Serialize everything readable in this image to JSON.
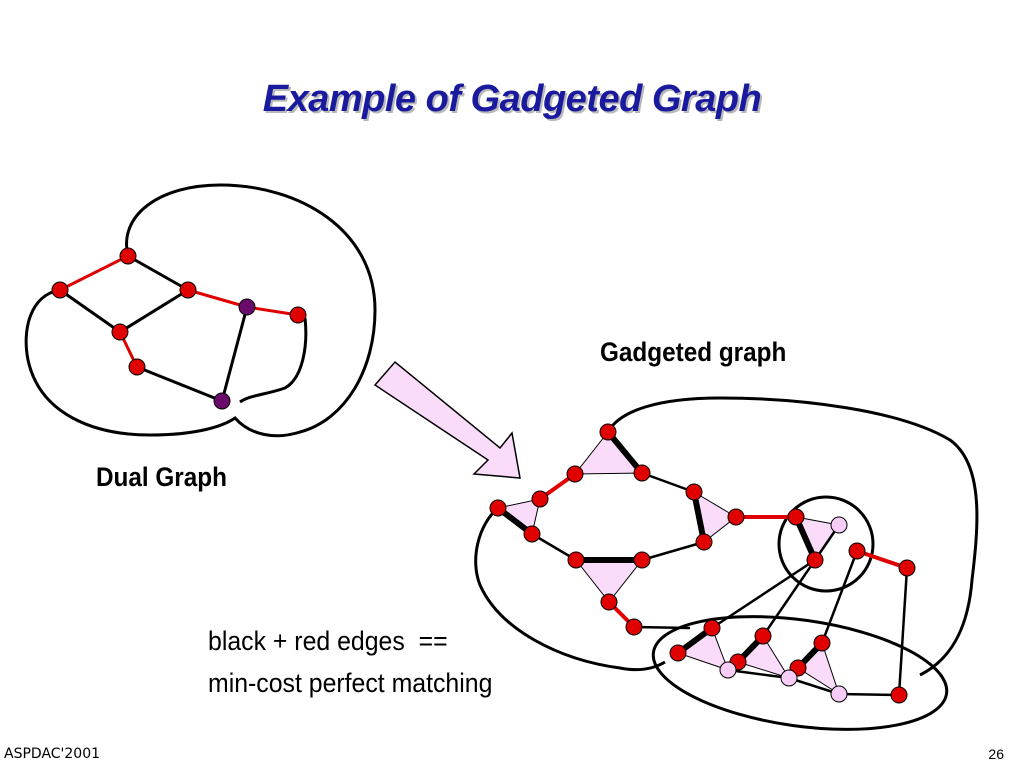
{
  "slide": {
    "title": "Example of Gadgeted Graph",
    "dual_graph_label": "Dual Graph",
    "gadgeted_graph_label": "Gadgeted graph",
    "note_line1": "black + red edges  ==",
    "note_line2": "min-cost perfect matching",
    "footer_left": "ASPDAC'2001",
    "footer_right": "26"
  },
  "colors": {
    "title": "#1a1a9e",
    "node_red": "#e00000",
    "node_purple": "#6a0a6a",
    "node_pink": "#f6cdf6",
    "edge_red": "#e00000",
    "edge_black": "#000000",
    "gadget_fill": "#fadcfa",
    "arrow_fill": "#fadcfa"
  }
}
